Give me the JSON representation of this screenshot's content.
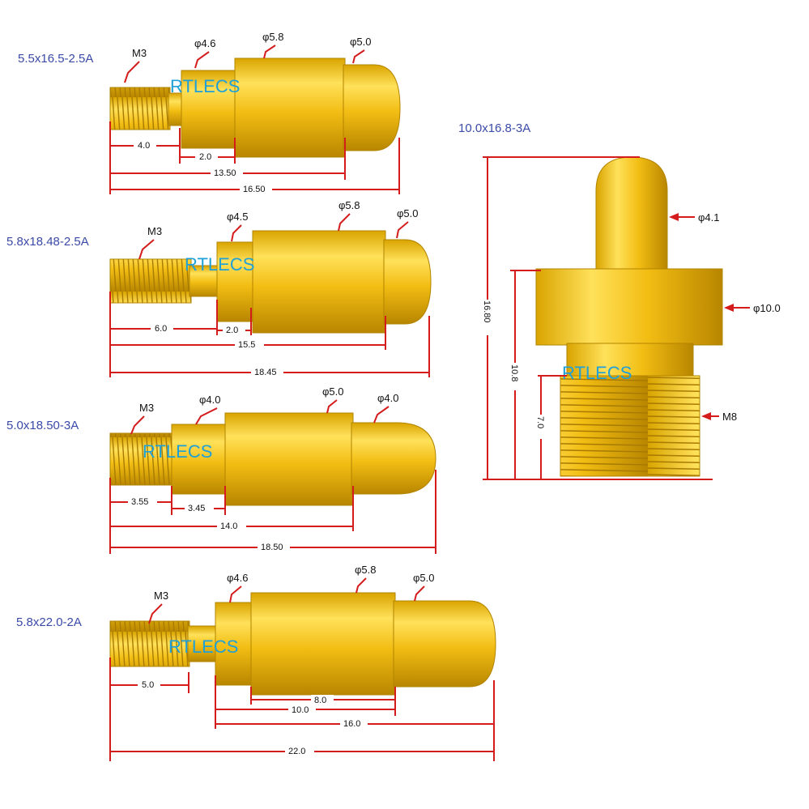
{
  "brand": "RTLECS",
  "colors": {
    "gold_dark": "#c99500",
    "gold_mid": "#f2bd13",
    "gold_light": "#ffe15a",
    "dimension": "#d41c1c",
    "title": "#3a4aa8",
    "brand": "#1fa0d6"
  },
  "pins": [
    {
      "title": "5.5x16.5-2.5A",
      "specs": {
        "thread": "M3",
        "d1": "φ4.6",
        "d2": "φ5.8",
        "d3": "φ5.0"
      },
      "dims": [
        "4.0",
        "2.0",
        "13.50",
        "16.50"
      ]
    },
    {
      "title": "5.8x18.48-2.5A",
      "specs": {
        "thread": "M3",
        "d1": "φ4.5",
        "d2": "φ5.8",
        "d3": "φ5.0"
      },
      "dims": [
        "6.0",
        "2.0",
        "15.5",
        "18.45"
      ]
    },
    {
      "title": "5.0x18.50-3A",
      "specs": {
        "thread": "M3",
        "d1": "φ4.0",
        "d2": "φ5.0",
        "d3": "φ4.0"
      },
      "dims": [
        "3.55",
        "3.45",
        "14.0",
        "18.50"
      ]
    },
    {
      "title": "5.8x22.0-2A",
      "specs": {
        "thread": "M3",
        "d1": "φ4.6",
        "d2": "φ5.8",
        "d3": "φ5.0"
      },
      "dims": [
        "5.0",
        "8.0",
        "10.0",
        "16.0",
        "22.0"
      ]
    }
  ],
  "vertical_pin": {
    "title": "10.0x16.8-3A",
    "specs": {
      "tip": "φ4.1",
      "flange": "φ10.0",
      "thread": "M8"
    },
    "dims": {
      "total": "16.80",
      "body": "10.8",
      "thread": "7.0"
    }
  }
}
